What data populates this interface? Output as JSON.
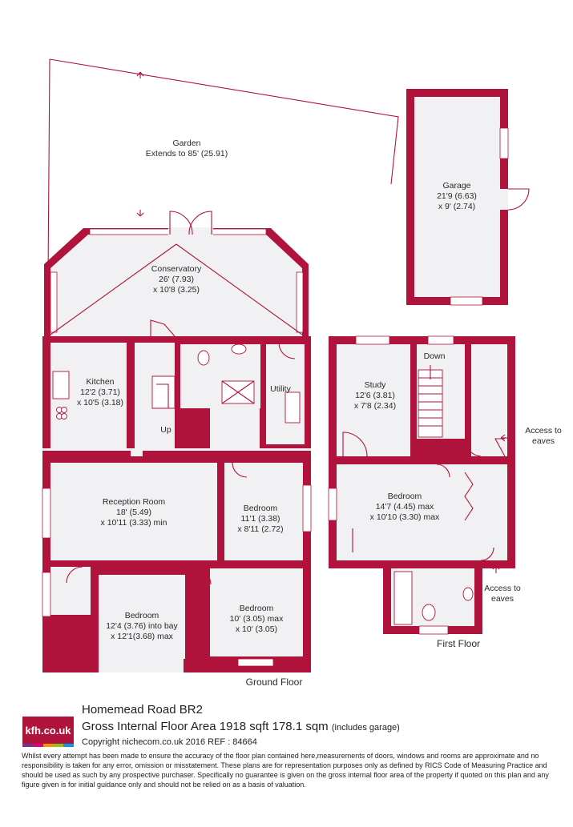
{
  "rooms": {
    "garden": {
      "name": "Garden",
      "dims": "Extends to 85' (25.91)"
    },
    "garage": {
      "name": "Garage",
      "dim1": "21'9 (6.63)",
      "dim2": "x 9' (2.74)"
    },
    "conservatory": {
      "name": "Conservatory",
      "dim1": "26' (7.93)",
      "dim2": "x 10'8 (3.25)"
    },
    "kitchen": {
      "name": "Kitchen",
      "dim1": "12'2 (3.71)",
      "dim2": "x 10'5 (3.18)"
    },
    "utility": {
      "name": "Utility"
    },
    "up": {
      "name": "Up"
    },
    "reception": {
      "name": "Reception Room",
      "dim1": "18' (5.49)",
      "dim2": "x 10'11 (3.33) min"
    },
    "bedroom_gf1": {
      "name": "Bedroom",
      "dim1": "11'1 (3.38)",
      "dim2": "x 8'11 (2.72)"
    },
    "bedroom_gf2": {
      "name": "Bedroom",
      "dim1": "12'4 (3.76) into bay",
      "dim2": "x 12'1(3.68) max"
    },
    "bedroom_gf3": {
      "name": "Bedroom",
      "dim1": "10' (3.05) max",
      "dim2": "x 10' (3.05)"
    },
    "down": {
      "name": "Down"
    },
    "study": {
      "name": "Study",
      "dim1": "12'6 (3.81)",
      "dim2": "x 7'8 (2.34)"
    },
    "bedroom_ff": {
      "name": "Bedroom",
      "dim1": "14'7 (4.45) max",
      "dim2": "x 10'10 (3.30) max"
    },
    "eaves1": {
      "line1": "Access to",
      "line2": "eaves"
    },
    "eaves2": {
      "line1": "Access to",
      "line2": "eaves"
    }
  },
  "floors": {
    "ground": "Ground Floor",
    "first": "First Floor"
  },
  "footer": {
    "logo": "kfh.co.uk",
    "logo_colors": [
      "#7a2f8e",
      "#e2007a",
      "#f39200",
      "#95c11f",
      "#009fe3"
    ],
    "address": "Homemead Road  BR2",
    "gia": "Gross Internal Floor Area 1918 sqft 178.1 sqm",
    "gia_note": "(includes garage)",
    "copyright": "Copyright nichecom.co.uk 2016 REF : 84664",
    "disclaimer": "Whilst every attempt has been made to ensure the accuracy of the floor plan contained here,measurements of doors, windows and rooms are approximate and no responsibility is taken for any error, omission or misstatement. These plans are for representation purposes only as defined by RICS Code of Measuring Practice and should be used as such by any prospective purchaser.  Specifically no guarantee is given on the gross internal floor area of the property if quoted on this plan and any figure given is for initial guidance only and should not be relied on as a basis of valuation."
  },
  "colors": {
    "wall": "#b0133b",
    "floor": "#f1f1f3"
  }
}
